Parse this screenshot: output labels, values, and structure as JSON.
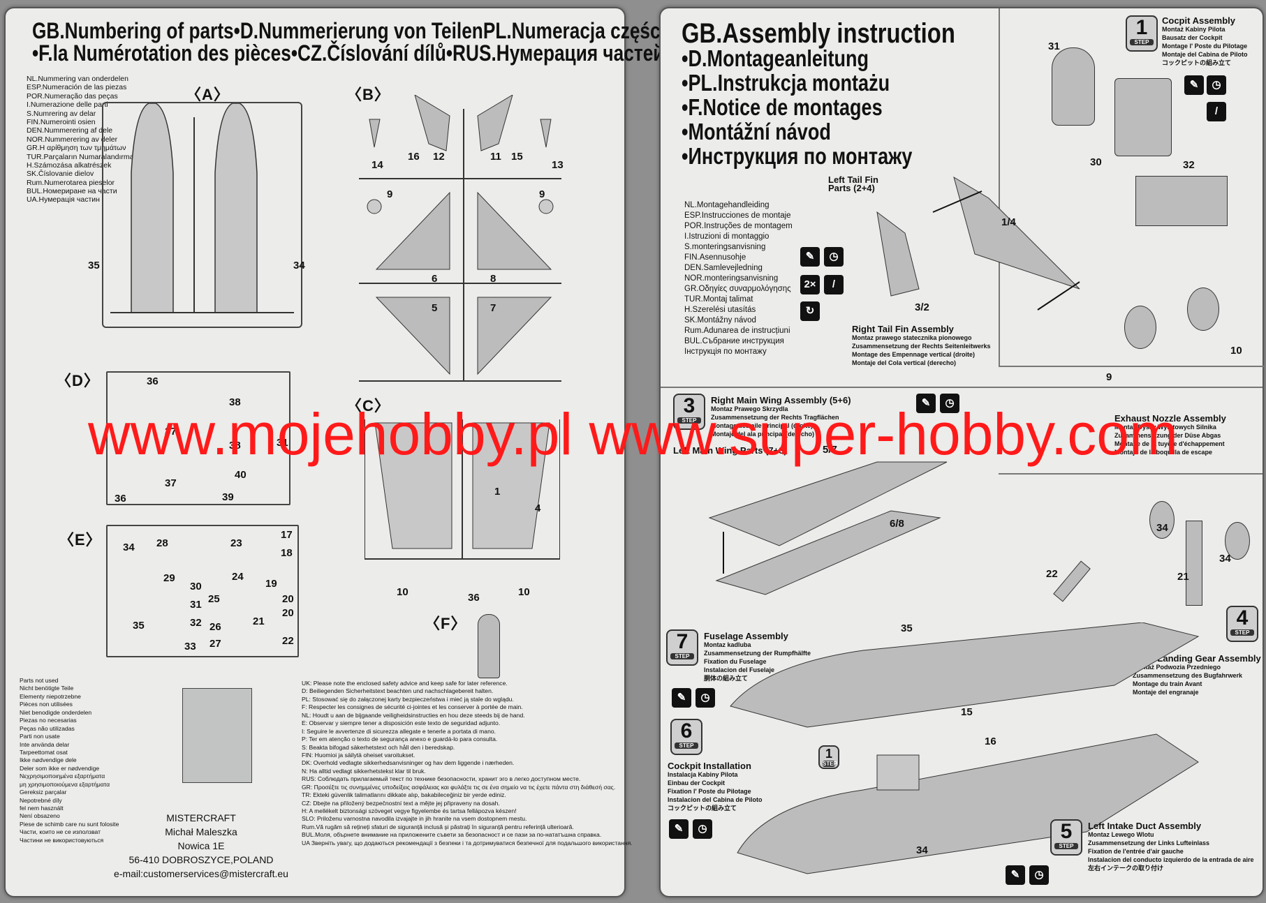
{
  "left": {
    "title_line1": "GB.Numbering of parts•D.Nummerierung von TeilenPL.Numeracja części",
    "title_line2": "•F.la Numérotation des pièces•CZ.Číslování dílů•RUS.Нумерация частей",
    "languages": [
      "NL.Nummering van onderdelen",
      "ESP.Numeración de las piezas",
      "POR.Numeração das peças",
      "I.Numerazione delle parti",
      "S.Numrering av delar",
      "FIN.Numerointi osien",
      "DEN.Nummerering af dele",
      "NOR.Nummerering av deler",
      "GR.H αρίθμηση των τμημάτων",
      "TUR.Parçaların Numaralandırma",
      "H.Számozása alkatrészek",
      "SK.Číslovanie dielov",
      "Rum.Numerotarea pieselor",
      "BUL.Номериране на части",
      "UA.Нумерація частин"
    ],
    "sections": {
      "A": "〈A〉",
      "B": "〈B〉",
      "C": "〈C〉",
      "D": "〈D〉",
      "E": "〈E〉",
      "F": "〈F〉"
    },
    "tree_A": [
      "35",
      "34"
    ],
    "tree_B": [
      "14",
      "16",
      "12",
      "11",
      "15",
      "13",
      "9",
      "9",
      "6",
      "8",
      "5",
      "7"
    ],
    "tree_C": [
      "1",
      "4",
      "10",
      "10",
      "36"
    ],
    "tree_D": [
      "36",
      "38",
      "37",
      "38",
      "31",
      "37",
      "40",
      "36",
      "39"
    ],
    "tree_E": [
      "34",
      "28",
      "23",
      "17",
      "18",
      "29",
      "24",
      "30",
      "19",
      "25",
      "31",
      "20",
      "35",
      "32",
      "26",
      "21",
      "20",
      "33",
      "27",
      "22"
    ],
    "not_used": [
      "Parts not used",
      "Nicht benötigte Teile",
      "Elementy niepotrzebne",
      "Pièces non utilisées",
      "Niet benodigde onderdelen",
      "Piezas no necesarias",
      "Peças não utilizadas",
      "Parti non usate",
      "Inte använda delar",
      "Tarpeettomat osat",
      "Ikke nødvendige dele",
      "Deler som ikke er nødvendige",
      "Νεχρησιμοποιημένα εξαρτήματα",
      "μη χρησιμοποιούμενα εξαρτήματα",
      "Gereksiz parçalar",
      "Nepotrebné díly",
      "fel nem használt",
      "Není obsazeno",
      "Piese de schimb care nu sunt folosite",
      "Части, които не се използват",
      "Частини не використовуються"
    ],
    "safety": [
      "UK: Please note the enclosed safety advice and keep safe for later reference.",
      "D: Beiliegenden Sicherheitstext beachten und nachschlagebereit halten.",
      "PL: Stosować się do załączonej karty bezpieczeństwa i mieć ją stale do wglądu.",
      "F: Respecter les consignes de sécurité ci-jointes et les conserver à portée de main.",
      "NL: Houdt u aan de bijgaande veiligheidsinstructies en hou deze steeds bij de hand.",
      "E: Observar y siempre tener a disposición este texto de seguridad adjunto.",
      "I: Seguire le avvertenze di sicurezza allegate e tenerle a portata di mano.",
      "P: Ter em atenção o texto de segurança anexo e guardá-lo para consulta.",
      "S: Beakta bifogad säkerhetstext och håll den i beredskap.",
      "FIN: Huomioi ja säilytä oheiset varoitukset.",
      "DK: Overhold vedlagte sikkerhedsanvisninger og hav dem liggende i nærheden.",
      "N: Ha alltid vedlagt sikkerhetstekst klar til bruk.",
      "RUS: Соблюдать прилагаемый текст по технике безопасности, хранит эго в легко доступном месте.",
      "GR: Προσέξτε τις συνημμένες υποδείξεις ασφάλειας και φυλάξτε τις σε ένα σημείο να τις έχετε πάντα στη διάθεσή σας.",
      "TR: Ekteki güvenlik talimatlarını dikkate alıp, bakabileceğiniz bir yerde ediniz.",
      "CZ: Dbejte na přiložený bezpečnostní text a mějte jej připraveny na dosah.",
      "H: A mellékelt biztonsági szöveget vegye figyelembe és tartsa fellápozva készen!",
      "SLO: Priloženu varnostna navodila izvajajte in jih hranite na vsem dostopnem mestu.",
      "Rum.Vă rugăm să rețineți sfaturi de siguranță inclusă și păstrați în siguranță pentru referință ulterioară.",
      "BUL.Моля, обърнете внимание на приложените съвети за безопасност и се пази за по-нататъшна справка.",
      "UA Зверніть увагу, що додаються рекомендації з безпеки і та дотримуватися безпечної для подальшого використання."
    ],
    "company": [
      "MISTERCRAFT",
      "Michał Maleszka",
      "Nowica 1E",
      "56-410 DOBROSZYCE,POLAND",
      "e-mail:customerservices@mistercraft.eu"
    ]
  },
  "right": {
    "title": "GB.Assembly instruction",
    "subtitles": [
      "•D.Montageanleitung",
      "•PL.Instrukcja montażu",
      "•F.Notice de montages",
      "•Montážní návod",
      "•Инструкция по монтажу"
    ],
    "languages": [
      "NL.Montagehandleiding",
      "ESP.Instrucciones de montaje",
      "POR.Instruções de montagem",
      "I.Istruzioni di montaggio",
      "S.monteringsanvisning",
      "FIN.Asennusohje",
      "DEN.Samlevejledning",
      "NOR.monteringsanvisning",
      "GR.Οδηγίες συναρμολόγησης",
      "TUR.Montaj talimat",
      "H.Szerelési utasítás",
      "SK.Montážny návod",
      "Rum.Adunarea de instrucțiuni",
      "BUL.Събрание инструкция",
      "Інструкція по монтажу"
    ],
    "step1": {
      "num": "1",
      "label": "STEP",
      "lines": [
        "Cocpit Assembly",
        "Montaż Kabiny Pilota",
        "Bausatz der Cockpit",
        "Montage l' Poste du Pilotage",
        "Montaje del Cabina de Piloto",
        "コックピットの組み立て"
      ],
      "parts": [
        "31",
        "30",
        "32"
      ]
    },
    "step2": {
      "title_lines": [
        "Left Tail Fin",
        "Parts (2+4)"
      ],
      "parts": [
        "1/4",
        "3/2"
      ],
      "right_lines": [
        "Right Tail Fin Assembly",
        "Montaz prawego statecznika pionowego",
        "Zusammensetzung der Rechts Seitenleitwerks",
        "Montage des Empennage vertical (droite)",
        "Montaje del Cola vertical (derecho)"
      ],
      "mult": "2×"
    },
    "step3": {
      "num": "3",
      "label": "STEP",
      "lines": [
        "Right Main Wing Assembly (5+6)",
        "Montaz Prawego Skrzydla",
        "Zusammensetzung der Rechts Tragflächen",
        "Montage des aile principal (droite)",
        "Montaje del ala principal (derecho)"
      ],
      "sub": "Left Main Wing Parts (7+8)",
      "parts": [
        "5/7",
        "6/8"
      ]
    },
    "step_ex": {
      "lines": [
        "Exhaust Nozzle Assembly",
        "Montaz Dyszy Wylotowych Silnika",
        "Zusammensetzung der Düse Abgas",
        "Montage de la tuyère d'échappement",
        "Montaje de la boquilla de escape"
      ],
      "parts": [
        "9",
        "10"
      ]
    },
    "step4": {
      "num": "4",
      "label": "STEP",
      "lines": [
        "Nose Landing Gear Assembly",
        "Montaż Podwozia Przedniego",
        "Zusammensetzung des Bugfahrwerk",
        "Montage du train Avant",
        "Montaje del engranaje"
      ],
      "parts": [
        "34",
        "34",
        "21",
        "22"
      ]
    },
    "step7": {
      "num": "7",
      "label": "STEP",
      "lines": [
        "Fuselage Assembly",
        "Montaz kadluba",
        "Zusammensetzung der Rumpfhälfte",
        "Fixation du Fuselage",
        "Instalacion del Fuselaje",
        "胴体の組み立て"
      ],
      "parts": [
        "35",
        "15",
        "16",
        "34"
      ]
    },
    "step6": {
      "num": "6",
      "label": "STEP",
      "lines": [
        "Cockpit Installation",
        "Instalacja Kabiny Pilota",
        "Einbau der Cockpit",
        "Fixation l' Poste du Pilotage",
        "Instalacion del Cabina de Piloto",
        "コックピットの組み立て"
      ],
      "ref": "1"
    },
    "step5": {
      "num": "5",
      "label": "STEP",
      "lines": [
        "Left Intake Duct Assembly",
        "Montaz Lewego Wlotu",
        "Zusammensetzung der Links Lufteinlass",
        "Fixation de l'entrée d'air gauche",
        "Instalacion del conducto izquierdo de la entrada de aire",
        "左右インテークの取り付け"
      ]
    }
  },
  "watermark": "www.mojehobby.pl www.super-hobby.com",
  "colors": {
    "watermark": "#ff1a1a",
    "paper": "#ececea",
    "part": "#bcbcbc"
  }
}
